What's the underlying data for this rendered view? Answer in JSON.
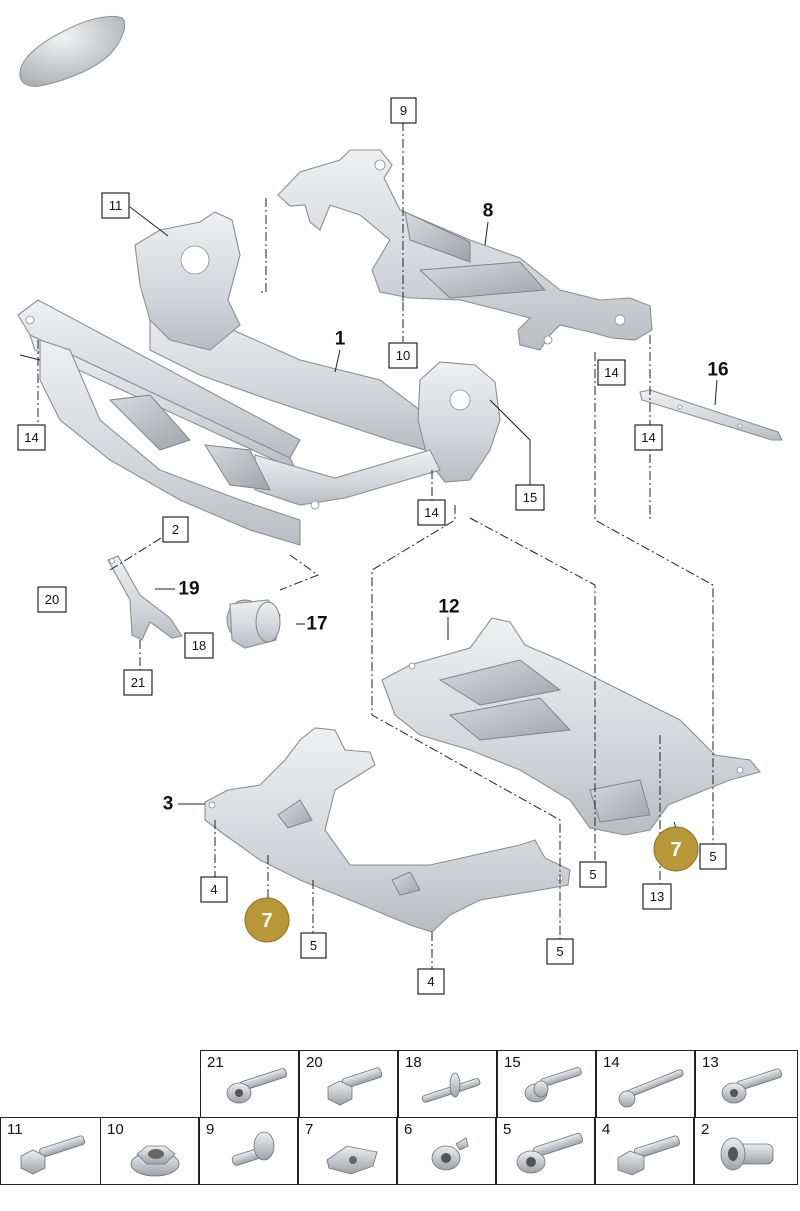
{
  "callouts": {
    "c9": "9",
    "c11": "11",
    "c10": "10",
    "c14a": "14",
    "c14b": "14",
    "c14c": "14",
    "c14d": "14",
    "c15": "15",
    "c2": "2",
    "c20": "20",
    "c18": "18",
    "c21": "21",
    "c4a": "4",
    "c4b": "4",
    "c5a": "5",
    "c5b": "5",
    "c5c": "5",
    "c5d": "5",
    "c13": "13"
  },
  "labels": {
    "l1": "1",
    "l8": "8",
    "l16": "16",
    "l12": "12",
    "l19": "19",
    "l17": "17",
    "l3": "3"
  },
  "highlights": {
    "h7a": "7",
    "h7b": "7"
  },
  "colors": {
    "highlight": "#b8963a",
    "metal_light": "#e4e6e9",
    "metal_dark": "#a9adb2",
    "border": "#222222"
  },
  "parts_table": {
    "top_row": [
      {
        "number": "21",
        "icon": "torx-bolt-icon"
      },
      {
        "number": "20",
        "icon": "hex-bolt-icon"
      },
      {
        "number": "18",
        "icon": "rivet-bolt-icon"
      },
      {
        "number": "15",
        "icon": "flange-bolt-icon"
      },
      {
        "number": "14",
        "icon": "long-bolt-icon"
      },
      {
        "number": "13",
        "icon": "torx-bolt-icon"
      }
    ],
    "bottom_row": [
      {
        "number": "11",
        "icon": "hex-bolt-icon"
      },
      {
        "number": "10",
        "icon": "hex-nut-icon"
      },
      {
        "number": "9",
        "icon": "washer-bolt-icon"
      },
      {
        "number": "7",
        "icon": "clip-nut-icon"
      },
      {
        "number": "6",
        "icon": "cage-nut-icon"
      },
      {
        "number": "5",
        "icon": "torx-bolt-icon"
      },
      {
        "number": "4",
        "icon": "hex-flange-bolt-icon"
      },
      {
        "number": "2",
        "icon": "sleeve-icon"
      }
    ]
  }
}
